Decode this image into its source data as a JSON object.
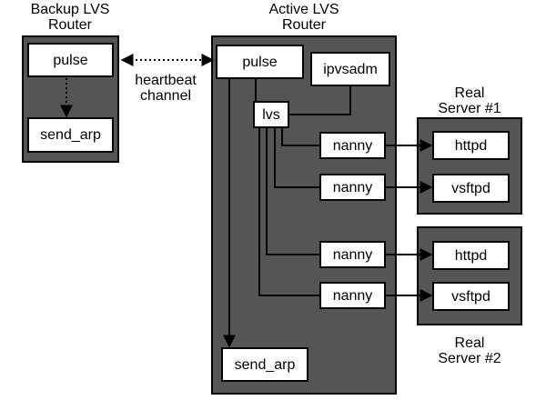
{
  "backup_router": {
    "title_line1": "Backup LVS",
    "title_line2": "Router",
    "pulse": "pulse",
    "send_arp": "send_arp"
  },
  "heartbeat": {
    "line1": "heartbeat",
    "line2": "channel"
  },
  "active_router": {
    "title_line1": "Active LVS",
    "title_line2": "Router",
    "pulse": "pulse",
    "ipvsadm": "ipvsadm",
    "lvs": "lvs",
    "nannies": [
      "nanny",
      "nanny",
      "nanny",
      "nanny"
    ],
    "send_arp": "send_arp"
  },
  "real_server_1": {
    "title_line1": "Real",
    "title_line2": "Server #1",
    "services": [
      "httpd",
      "vsftpd"
    ]
  },
  "real_server_2": {
    "title_line1": "Real",
    "title_line2": "Server #2",
    "services": [
      "httpd",
      "vsftpd"
    ]
  },
  "colors": {
    "router_fill": "#555555",
    "box_fill": "#ffffff",
    "stroke": "#000000"
  }
}
